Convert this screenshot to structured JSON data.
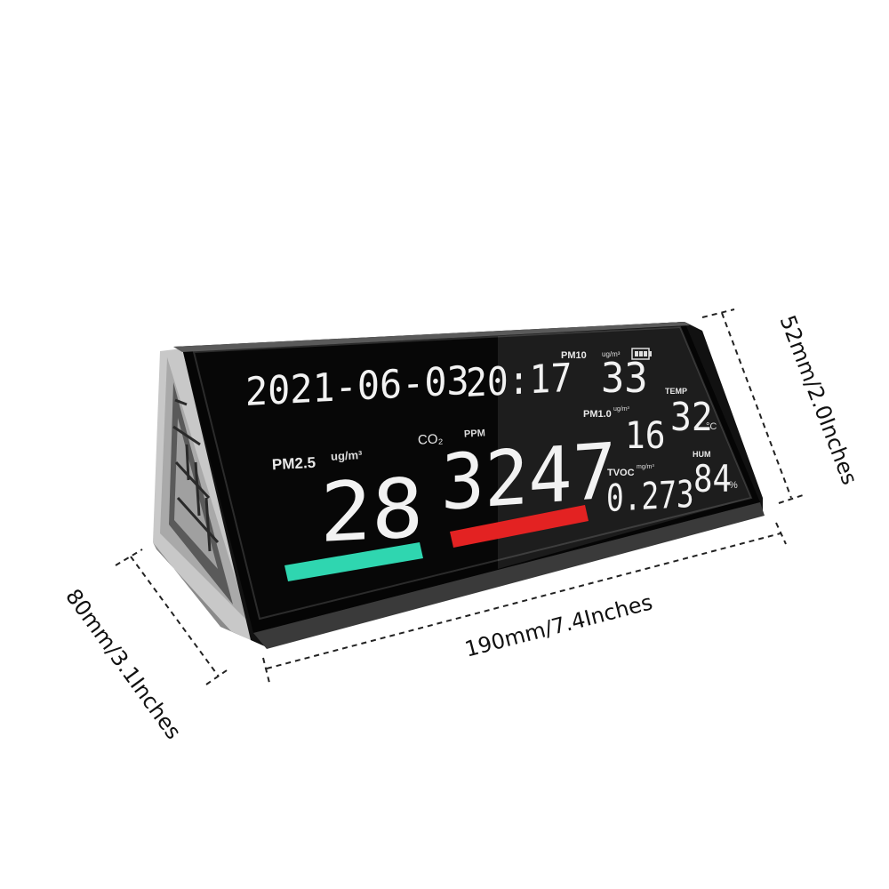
{
  "dimensions": {
    "width_label": "190mm/7.4Inches",
    "depth_label": "80mm/3.1Inches",
    "height_label": "52mm/2.0Inches"
  },
  "display": {
    "date": "2021-06-03",
    "time": "20:17",
    "pm25": {
      "label": "PM2.5",
      "unit": "ug/m³",
      "value": "28",
      "bar_color": "#2fd6b0"
    },
    "co2": {
      "label": "CO₂",
      "unit": "PPM",
      "value": "3247",
      "bar_color": "#e32222"
    },
    "pm10": {
      "label": "PM10",
      "unit": "ug/m³",
      "value": "33"
    },
    "pm10_small": {
      "label": "PM1.0",
      "unit": "ug/m³",
      "value": "16"
    },
    "temp": {
      "label": "TEMP",
      "unit": "°C",
      "value": "32"
    },
    "tvoc": {
      "label": "TVOC",
      "unit": "mg/m³",
      "value": "0.273"
    },
    "hum": {
      "label": "HUM",
      "unit": "%",
      "value": "84"
    },
    "battery_icon": "battery-icon"
  }
}
